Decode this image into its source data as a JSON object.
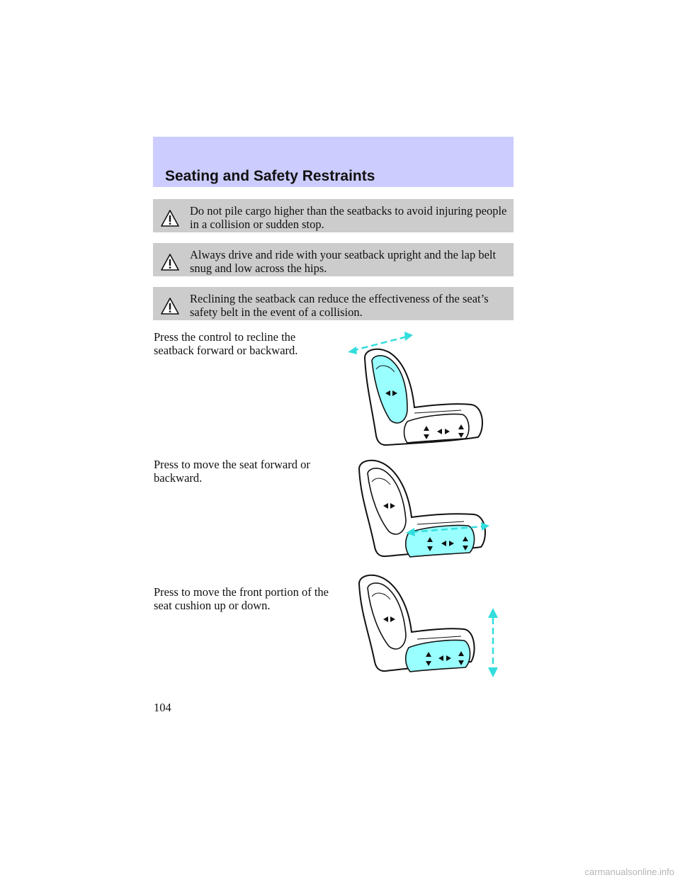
{
  "header": {
    "title": "Seating and Safety Restraints"
  },
  "warnings": [
    "Do not pile cargo higher than the seatbacks to avoid injuring people in a collision or sudden stop.",
    "Always drive and ride with your seatback upright and the lap belt snug and low across the hips.",
    "Reclining the seatback can reduce the effectiveness of the seat’s safety belt in the event of a collision."
  ],
  "instructions": [
    "Press the control to recline the seatback forward or backward.",
    "Press to move the seat forward or backward.",
    "Press to move the front portion of the seat cushion up or down."
  ],
  "page_number": "104",
  "watermark": "carmanualsonline.info",
  "icons": {
    "warning": "warning-triangle-icon",
    "seat_control": "seat-control-illustration"
  },
  "colors": {
    "header_bg": "#ccccff",
    "warning_bg": "#cccccc",
    "highlight": "#99ffff",
    "arrow": "#33dddd"
  }
}
